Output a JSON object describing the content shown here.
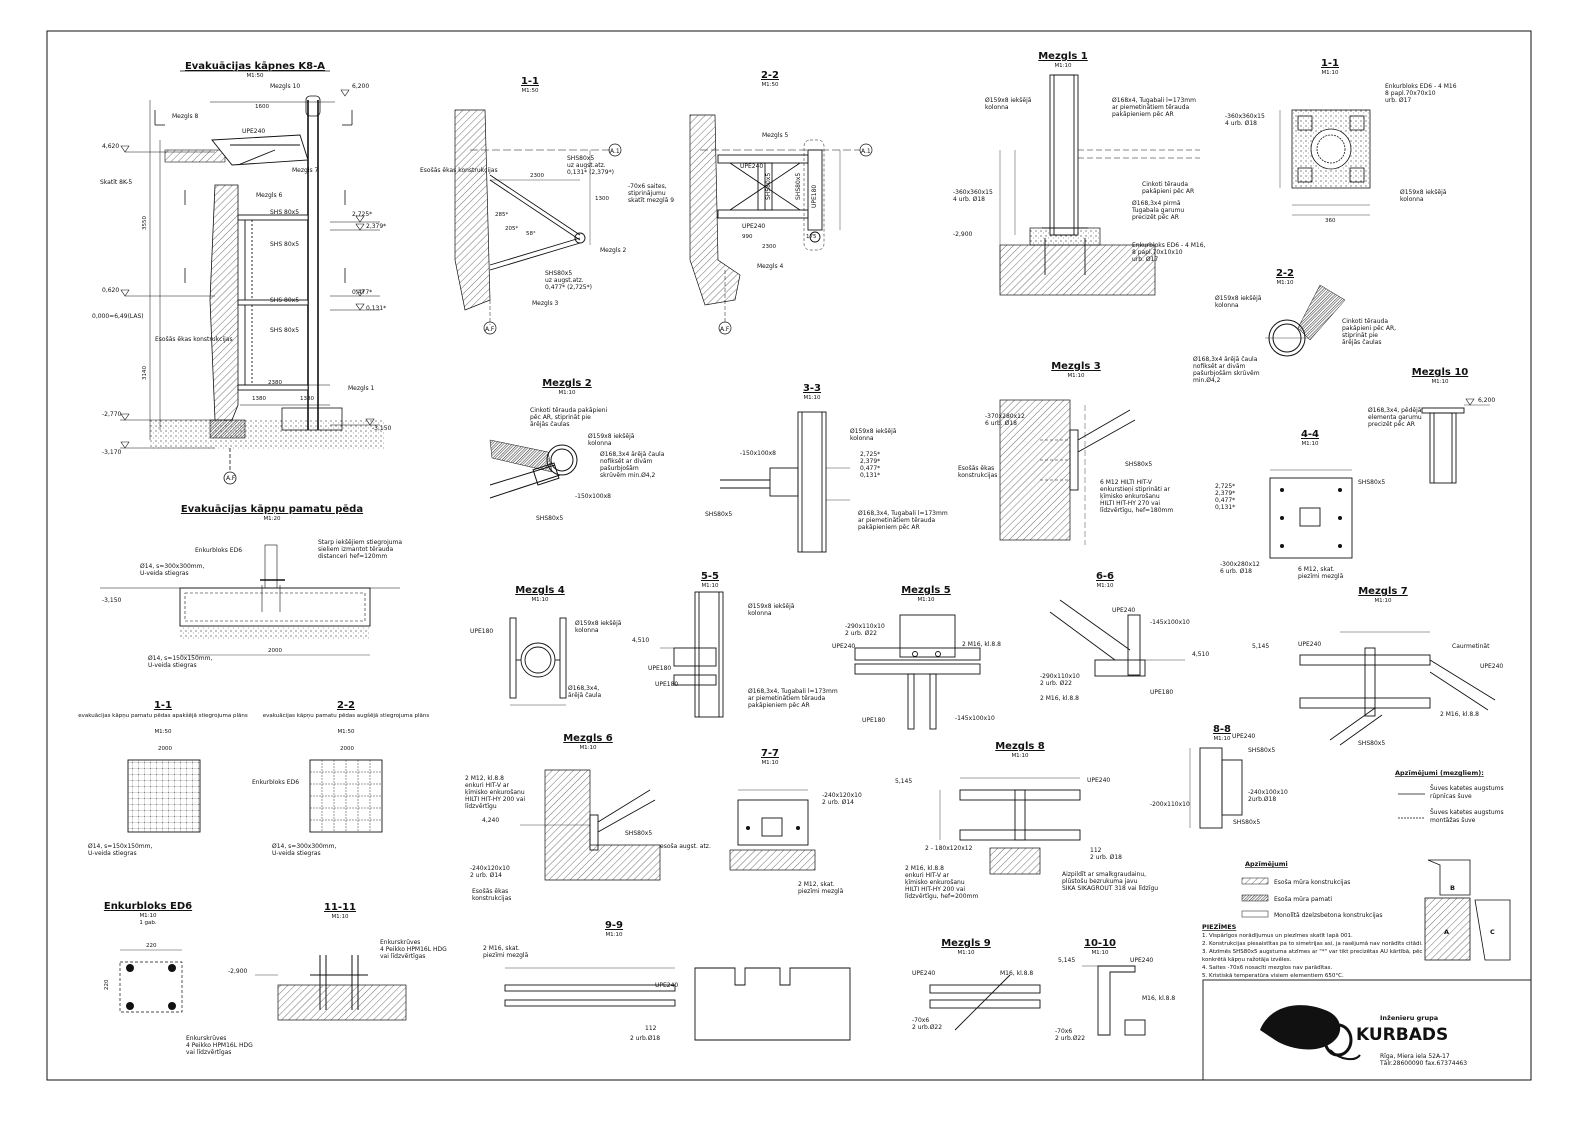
{
  "sheet": {
    "legend_title": "Apzīmējumi",
    "legend_items": [
      "Esoša mūra konstrukcijas",
      "Esoša mūra pamati",
      "Monolītā dzelzsbetona konstrukcijas"
    ],
    "weld_title": "Apzīmējumi (mezgliem):",
    "weld_items": [
      "Šuves katetes augstums",
      "rūpnīcas šuve",
      "Šuves katetes augstums",
      "montāžas šuve"
    ],
    "notes_title": "PIEZĪMES",
    "notes": [
      "1.  Vispārīgos norādījumus un piezīmes skatīt lapā 001.",
      "2.  Konstrukcijas piesaistītas pa to simetrijas asi, ja rasējumā nav norādīts citādi.",
      "3.  Atzīmēs SHS80x5 augstuma atzīmes ar \"*\" var tikt precizētas AU kārtībā, pēc",
      "     konkrētā kāpņu ražotāja izvēles.",
      "4.  Saites -70x6 nosacīti mezglos nav parādītas.",
      "5.  Kristiskā temperatūra visiem elementiem 650°C."
    ],
    "company_line1": "Inženieru grupa",
    "company_line2": "KURBADS",
    "address": "Rīga, Miera iela 52A-17",
    "phone": "Tālr.28600090 fax.67374463",
    "key_labels": [
      "B",
      "A",
      "C"
    ]
  },
  "views": {
    "main": {
      "title": "Evakuācijas kāpnes K8-A",
      "scale": "M1:50",
      "levels": [
        "6,200",
        "4,620",
        "2,725*",
        "2,379*",
        "0,620",
        "0,477*",
        "0,131*",
        "0,000=6,49(LAS)",
        "-2,770",
        "-3,150",
        "-3,170"
      ],
      "labels": [
        "Mezgls 10",
        "Mezgls 8",
        "UPE240",
        "Mezgls 7",
        "Skatīt 8K-5",
        "Mezgls 6",
        "SHS 80x5",
        "SHS 80x5",
        "SHS 80x5",
        "SHS 80x5",
        "Esošās ēkas konstrukcijas",
        "Mezgls 1",
        "A.F",
        "1600",
        "1380",
        "2380",
        "1380",
        "3550",
        "3140"
      ]
    },
    "s11": {
      "title": "1-1",
      "scale": "M1:50",
      "labels": [
        "Esošās ēkas konstrukcijas",
        "SHS80x5",
        "uz augst.atz.",
        "0,131* (2,379*)",
        "Mezgls 2",
        "SHS80x5",
        "uz augst.atz.",
        "0,477* (2,725*)",
        "Mezgls 3",
        "A.F",
        "A.1",
        "2300",
        "1300",
        "285*",
        "205*",
        "58°"
      ]
    },
    "s22": {
      "title": "2-2",
      "scale": "M1:50",
      "labels": [
        "-70x6 saites,",
        "stiprinājumu",
        "skatīt mezglā 9",
        "Mezgls 5",
        "UPE240",
        "SHS80x5",
        "SHS80x5",
        "UPE180",
        "UPE240",
        "Mezgls 4",
        "A.1",
        "A.F",
        "990",
        "2300",
        "175"
      ]
    },
    "m1": {
      "title": "Mezgls 1",
      "scale": "M1:10",
      "labels": [
        "Ø159x8 iekšējā",
        "kolonna",
        "Ø168x4, Tugabali l=173mm",
        "ar piemetinātiem tērauda",
        "pakāpieniem pēc AR",
        "Cinkoti tērauda",
        "pakāpieni pēc AR",
        "Ø168,3x4 pirmā",
        "Tugabala garumu",
        "precizēt pēc AR",
        "-360x360x15",
        "4 urb. Ø18",
        "-2,900",
        "Enkurbloks ED6 - 4 M16,",
        "8 papl.70x10x10",
        "urb. Ø17"
      ]
    },
    "r11": {
      "title": "1-1",
      "scale": "M1:10",
      "labels": [
        "Enkurbloks ED6 - 4 M16",
        "8 papl.70x70x10",
        "urb.  Ø17",
        "-360x360x15",
        "4 urb. Ø18",
        "Ø159x8 iekšējā",
        "kolonna",
        "360"
      ]
    },
    "r22": {
      "title": "2-2",
      "scale": "M1:10",
      "labels": [
        "Ø159x8 iekšējā",
        "kolonna",
        "Cinkoti tērauda",
        "pakāpieni pēc AR,",
        "stiprināt pie",
        "ārējās čaulas",
        "Ø168,3x4 ārējā čaula",
        "nofiksēt ar divām",
        "pašurbjošām skrūvēm",
        "min.Ø4,2"
      ]
    },
    "m10": {
      "title": "Mezgls 10",
      "scale": "M1:10",
      "labels": [
        "6,200",
        "Ø168,3x4, pēdējā",
        "elementa garumu",
        "precizēt pēc AR"
      ]
    },
    "m2": {
      "title": "Mezgls 2",
      "scale": "M1:10",
      "labels": [
        "Cinkoti tērauda pakāpieni",
        "pēc AR, stiprināt pie",
        "ārējās čaulas",
        "Ø159x8 iekšējā",
        "kolonna",
        "Ø168,3x4 ārējā čaula",
        "nofiksēt ar divām",
        "pašurbjošām",
        "skrūvēm min.Ø4,2",
        "-150x100x8",
        "SHS80x5"
      ]
    },
    "s33": {
      "title": "3-3",
      "scale": "M1:10",
      "labels": [
        "Ø159x8 iekšējā",
        "kolonna",
        "-150x100x8",
        "2,725*",
        "2,379*",
        "0,477*",
        "0,131*",
        "SHS80x5",
        "Ø168,3x4, Tugabali l=173mm",
        "ar piemetinātiem tērauda",
        "pakāpieniem pēc AR"
      ]
    },
    "m3": {
      "title": "Mezgls 3",
      "scale": "M1:10",
      "labels": [
        "-370x280x12",
        "6 urb. Ø18",
        "SHS80x5",
        "Esošās ēkas",
        "konstrukcijas",
        "6 M12 HILTI HIT-V",
        "enkurstieņi stiprināti ar",
        "ķīmisko enkurošanu",
        "HILTI HIT-HY 270 vai",
        "līdzvērtīgu, hef=180mm"
      ]
    },
    "s44": {
      "title": "4-4",
      "scale": "M1:10",
      "labels": [
        "2,725*",
        "2,379*",
        "0,477*",
        "0,131*",
        "SHS80x5",
        "-300x280x12",
        "6 urb. Ø18",
        "6 M12, skat.",
        "piezīmi mezglā"
      ]
    },
    "pada": {
      "title": "Evakuācijas kāpņu pamatu pēda",
      "scale": "M1:20",
      "labels": [
        "Enkurbloks ED6",
        "Starp iekšējiem stiegrojuma",
        "sieliem izmantot tērauda",
        "distanceri hef=120mm",
        "Ø14, s=300x300mm,",
        "U-veida stiegras",
        "-3,150",
        "Ø14, s=150x150mm,",
        "U-veida stiegras",
        "2000"
      ]
    },
    "p11": {
      "title": "1-1",
      "scale": "M1:50",
      "sub": "evakuācijas kāpņu pamatu pēdas apakšējā stiegrojuma plāns",
      "labels": [
        "2000",
        "Ø14, s=150x150mm,",
        "U-veida stiegras"
      ]
    },
    "p22": {
      "title": "2-2",
      "scale": "M1:50",
      "sub": "evakuācijas kāpņu pamatu pēdas augšējā stiegrojuma plāns",
      "labels": [
        "2000",
        "Enkurbloks ED6",
        "Ø14, s=300x300mm,",
        "U-veida stiegras"
      ]
    },
    "m4": {
      "title": "Mezgls 4",
      "scale": "M1:10",
      "labels": [
        "UPE180",
        "Ø159x8 iekšējā",
        "kolonna",
        "Ø168,3x4,",
        "ārējā čaula"
      ]
    },
    "s55": {
      "title": "5-5",
      "scale": "M1:10",
      "labels": [
        "Ø159x8 iekšējā",
        "kolonna",
        "4,510",
        "UPE180",
        "UPE180",
        "Ø168,3x4, Tugabali l=173mm",
        "ar piemetinātiem tērauda",
        "pakāpieniem pēc AR"
      ]
    },
    "m5": {
      "title": "Mezgls 5",
      "scale": "M1:10",
      "labels": [
        "-290x110x10",
        "2 urb. Ø22",
        "UPE240",
        "2 M16, kl.8.8",
        "UPE180",
        "-145x100x10"
      ]
    },
    "s66": {
      "title": "6-6",
      "scale": "M1:10",
      "labels": [
        "UPE240",
        "-145x100x10",
        "4,510",
        "-290x110x10",
        "2 urb. Ø22",
        "2 M16, kl.8.8",
        "UPE180"
      ]
    },
    "m7": {
      "title": "Mezgls 7",
      "scale": "M1:10",
      "labels": [
        "5,145",
        "UPE240",
        "Caurmetināt",
        "UPE240",
        "2 M16, kl.8.8",
        "SHS80x5"
      ]
    },
    "m6": {
      "title": "Mezgls 6",
      "scale": "M1:10",
      "labels": [
        "2 M12, kl.8.8",
        "enkuri HIT-V ar",
        "ķīmisko enkurošanu",
        "HILTI HIT-HY 200 vai",
        "līdzvērtīgu",
        "4,240",
        "SHS80x5",
        "esoša augst. atz.",
        "-240x120x10",
        "2 urb. Ø14",
        "Esošās ēkas",
        "konstrukcijas"
      ]
    },
    "s77": {
      "title": "7-7",
      "scale": "M1:10",
      "labels": [
        "-240x120x10",
        "2 urb. Ø14",
        "2 M12, skat.",
        "piezīmi mezglā"
      ]
    },
    "m8": {
      "title": "Mezgls 8",
      "scale": "M1:10",
      "labels": [
        "5,145",
        "UPE240",
        "2 - 180x120x12",
        "2 M16, kl.8.8",
        "enkuri HIT-V ar",
        "ķīmisko enkurošanu",
        "HILTI HIT-HY 200 vai",
        "līdzvērtīgu, hef=200mm",
        "Aizpildīt ar smalkgraudainu,",
        "plūstošu bezrukuma javu",
        "SIKA SIKAGROUT 318 vai līdzīgu",
        "112",
        "2 urb. Ø18"
      ]
    },
    "s88": {
      "title": "8-8",
      "scale": "M1:10",
      "labels": [
        "UPE240",
        "SHS80x5",
        "-240x100x10",
        "2urb.Ø18",
        "-200x110x10",
        "SHS80x5"
      ]
    },
    "ed6": {
      "title": "Enkurbloks ED6",
      "scale": "M1:10",
      "sub": "1 gab.",
      "labels": [
        "220",
        "220",
        "Enkurskrūves",
        "4 Peikko HPM16L HDG",
        "vai līdzvērtīgas"
      ]
    },
    "s1111": {
      "title": "11-11",
      "scale": "M1:10",
      "labels": [
        "Enkurskrūves",
        "4 Peikko HPM16L HDG",
        "vai līdzvērtīgas",
        "-2,900"
      ]
    },
    "s99": {
      "title": "9-9",
      "scale": "M1:10",
      "labels": [
        "2 M16, skat.",
        "piezīmi mezglā",
        "UPE240",
        "112",
        "2 urb.Ø18"
      ]
    },
    "m9": {
      "title": "Mezgls 9",
      "scale": "M1:10",
      "labels": [
        "UPE240",
        "M16, kl.8.8",
        "-70x6",
        "2 urb.Ø22"
      ]
    },
    "s1010": {
      "title": "10-10",
      "scale": "M1:10",
      "labels": [
        "5,145",
        "UPE240",
        "M16, kl.8.8",
        "-70x6",
        "2 urb.Ø22"
      ]
    }
  }
}
